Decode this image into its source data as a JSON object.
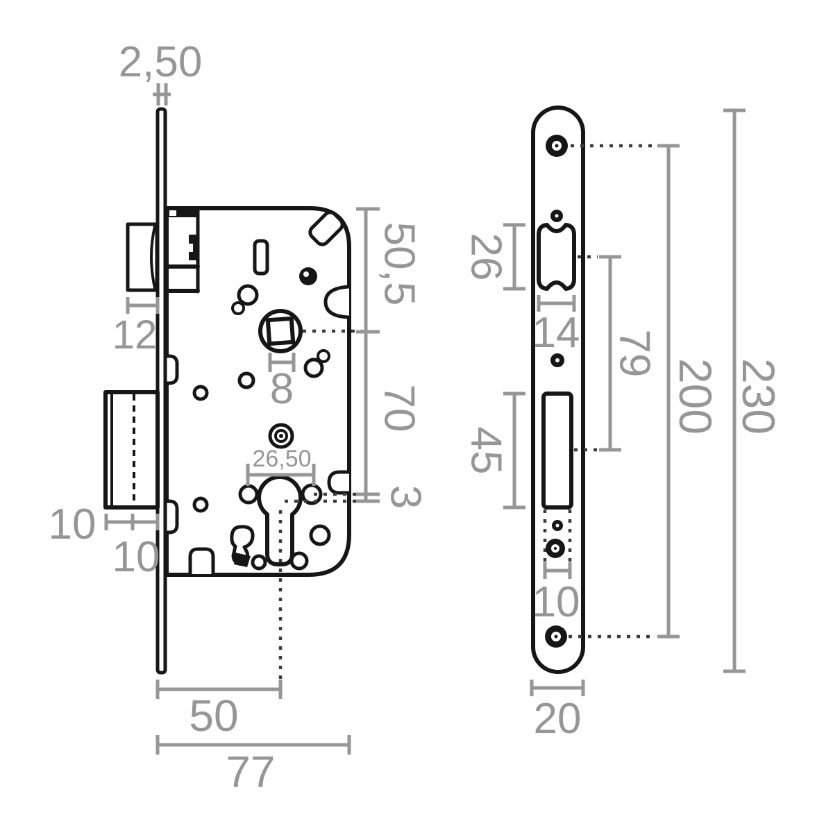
{
  "meta": {
    "description": "Mortise door lock dimensional technical drawing: lock case side view and faceplate front view"
  },
  "colors": {
    "line": "#161616",
    "dimension": "#969696",
    "centerline": "#3c3c3c",
    "background": "#ffffff"
  },
  "side_view": {
    "name": "lock case side view",
    "labels": {
      "faceplate_thickness": "2,50",
      "latch_bolt_height": "12",
      "top_to_spindle": "50,5",
      "spindle_to_cylinder": "70",
      "cylinder_offset": "3",
      "spindle_square": "8",
      "cylinder_screw_spacing": "26,50",
      "deadbolt_throw_outer": "10",
      "deadbolt_throw_inner": "10",
      "backset": "50",
      "case_depth": "77"
    }
  },
  "front_view": {
    "name": "faceplate front view",
    "labels": {
      "latch_cutout_height": "26",
      "latch_cutout_width": "14",
      "latch_to_deadbolt_centers": "79",
      "deadbolt_cutout_height": "45",
      "screw_hole_centers": "200",
      "faceplate_length": "230",
      "lower_holes_width": "10",
      "faceplate_width": "20"
    }
  }
}
